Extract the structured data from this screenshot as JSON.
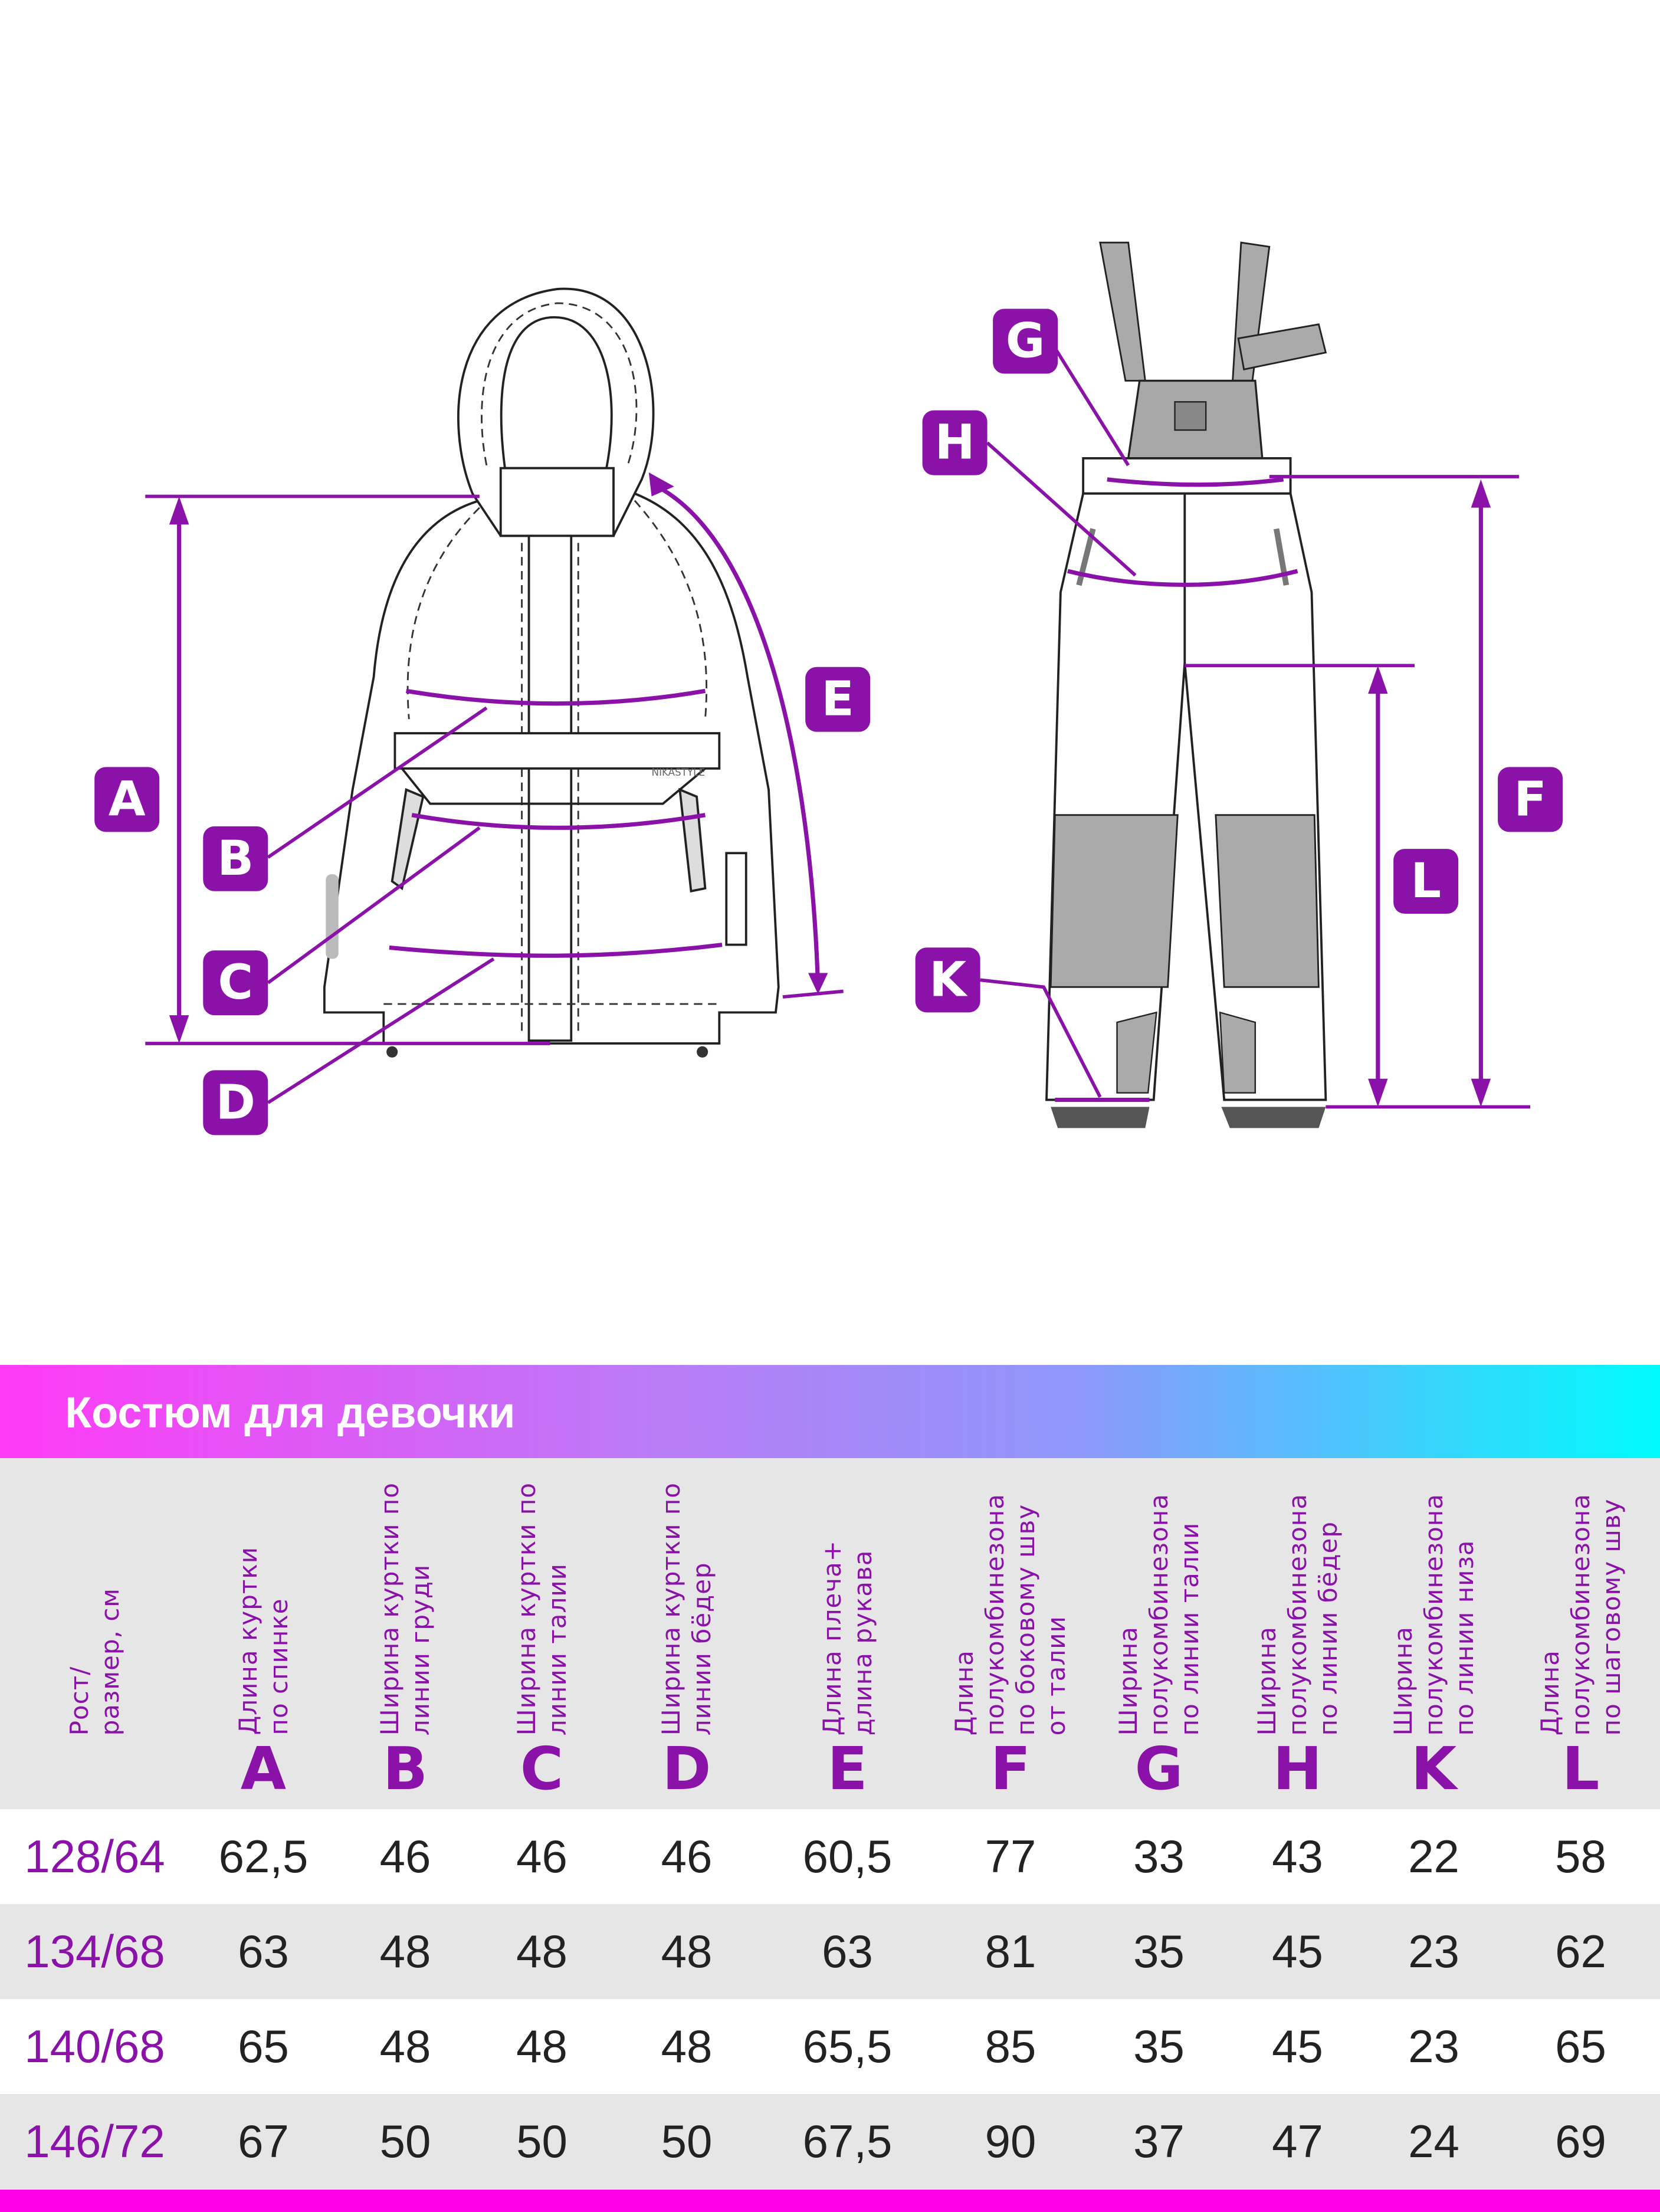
{
  "colors": {
    "accent": "#8a12a8",
    "bottom_bar": "#ff00e8",
    "header_bg": "#e6e6e6"
  },
  "brand": "NIKASTYLE",
  "diagram_labels": [
    "A",
    "B",
    "C",
    "D",
    "E",
    "F",
    "G",
    "H",
    "K",
    "L"
  ],
  "table": {
    "title": "Костюм для девочки",
    "headers": [
      {
        "text": "Рост/\nразмер, см",
        "letter": ""
      },
      {
        "text": "Длина куртки\nпо спинке",
        "letter": "A"
      },
      {
        "text": "Ширина куртки по\nлинии груди",
        "letter": "B"
      },
      {
        "text": "Ширина куртки по\nлинии талии",
        "letter": "C"
      },
      {
        "text": "Ширина куртки по\nлинии бёдер",
        "letter": "D"
      },
      {
        "text": "Длина плеча+\nдлина рукава",
        "letter": "E"
      },
      {
        "text": "Длина\nполукомбинезона\nпо боковому шву\nот талии",
        "letter": "F"
      },
      {
        "text": "Ширина\nполукомбинезона\nпо линии талии",
        "letter": "G"
      },
      {
        "text": "Ширина\nполукомбинезона\nпо линии бёдер",
        "letter": "H"
      },
      {
        "text": "Ширина\nполукомбинезона\nпо линии низа",
        "letter": "K"
      },
      {
        "text": "Длина\nполукомбинезона\nпо шаговому шву",
        "letter": "L"
      }
    ],
    "rows": [
      [
        "128/64",
        "62,5",
        "46",
        "46",
        "46",
        "60,5",
        "77",
        "33",
        "43",
        "22",
        "58"
      ],
      [
        "134/68",
        "63",
        "48",
        "48",
        "48",
        "63",
        "81",
        "35",
        "45",
        "23",
        "62"
      ],
      [
        "140/68",
        "65",
        "48",
        "48",
        "48",
        "65,5",
        "85",
        "35",
        "45",
        "23",
        "65"
      ],
      [
        "146/72",
        "67",
        "50",
        "50",
        "50",
        "67,5",
        "90",
        "37",
        "47",
        "24",
        "69"
      ]
    ]
  }
}
